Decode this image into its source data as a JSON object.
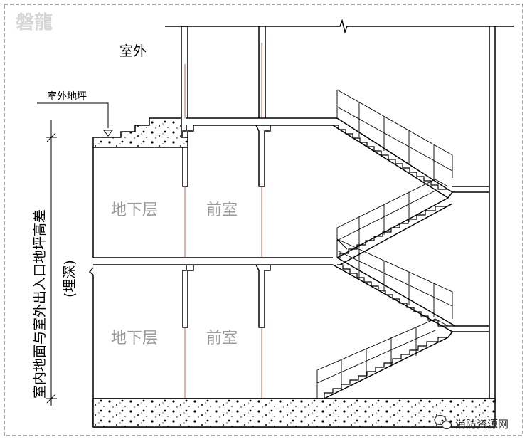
{
  "logo": "磐龍",
  "labels": {
    "outdoor": "室外",
    "outdoor_ground": "室外地坪",
    "height_diff_lines": [
      "室内地面与室外出入口地坪高差",
      "(埋深)"
    ],
    "basement_upper": "地下层",
    "anteroom_upper": "前室",
    "basement_lower": "地下层",
    "anteroom_lower": "前室"
  },
  "watermark": "消防资源网",
  "colors": {
    "line": "#000000",
    "room_text": "#9a9a9a",
    "fire_wall_line": "#c0392b",
    "frame_dash": "#555555"
  },
  "icons": [
    "ground-level-triangle-icon",
    "break-line-icon",
    "wechat-icon"
  ]
}
